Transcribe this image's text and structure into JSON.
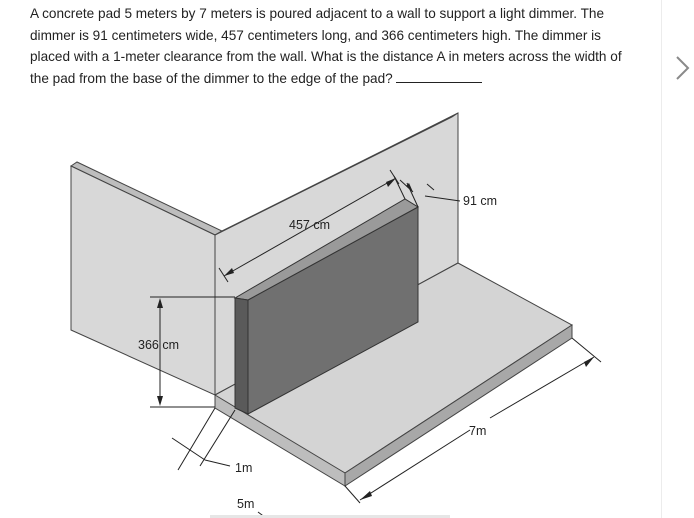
{
  "question": {
    "text": "A concrete pad 5 meters by 7 meters is poured adjacent to a wall to support a light dimmer. The dimmer is 91 centimeters wide, 457 centimeters long, and 366 centimeters high. The dimmer is placed with a 1-meter clearance from the wall. What is the distance A in meters across the width of the pad from the base of the dimmer to the edge of the pad?"
  },
  "figure": {
    "labels": {
      "length": "457 cm",
      "width": "91 cm",
      "height": "366 cm",
      "clearance": "1m",
      "pad_width": "5m",
      "pad_length": "7m"
    }
  },
  "navigation": {
    "next_icon": "chevron-right-icon"
  },
  "colors": {
    "wall": "#d8d8d8",
    "pad_top": "#d4d4d4",
    "pad_edge": "#bdbdbd",
    "dimmer_front": "#707070",
    "dimmer_top": "#9a9a9a",
    "dimmer_side": "#5a5a5a"
  }
}
